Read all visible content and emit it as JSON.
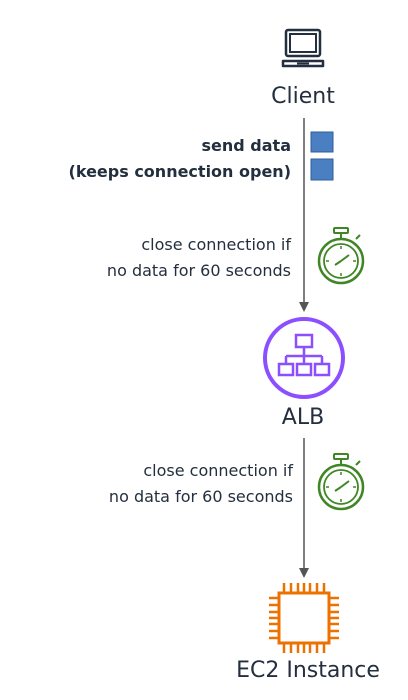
{
  "nodes": {
    "client": {
      "label": "Client",
      "icon": "laptop-icon"
    },
    "alb": {
      "label": "ALB",
      "icon": "load-balancer-icon",
      "color": "#8c4fff"
    },
    "ec2": {
      "label": "EC2 Instance",
      "icon": "chip-icon",
      "color": "#ed7100"
    }
  },
  "annotations": {
    "send_data": {
      "line1": "send data",
      "line2": "(keeps connection open)",
      "icon": "data-packet-icon",
      "color": "#4a7fc1"
    },
    "client_timeout": {
      "line1": "close connection if",
      "line2": "no data for 60 seconds",
      "icon": "stopwatch-icon",
      "color": "#3f8624"
    },
    "alb_timeout": {
      "line1": "close connection if",
      "line2": "no data for 60 seconds",
      "icon": "stopwatch-icon",
      "color": "#3f8624"
    }
  },
  "colors": {
    "arrow": "#555555",
    "text": "#232f3e"
  }
}
